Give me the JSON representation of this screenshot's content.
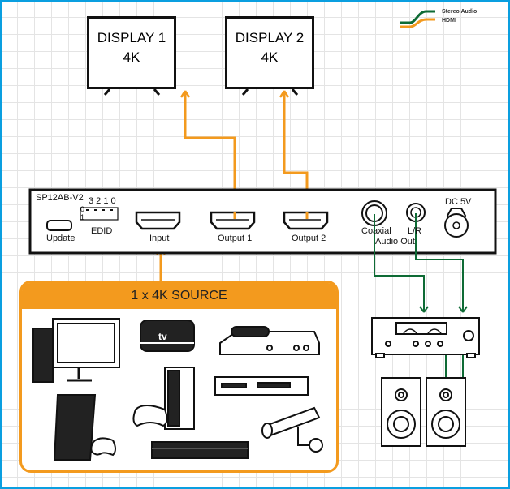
{
  "legend": {
    "items": [
      {
        "label": "Stereo Audio",
        "color": "#0e6b35"
      },
      {
        "label": "HDMI",
        "color": "#f39a1e"
      }
    ]
  },
  "displays": [
    {
      "line1": "DISPLAY 1",
      "line2": "4K"
    },
    {
      "line1": "DISPLAY 2",
      "line2": "4K"
    }
  ],
  "device": {
    "model": "SP12AB-V2",
    "edid_bits": "3 2 1 0",
    "edid_row0": "0",
    "edid_row1": "1",
    "edid_label": "EDID",
    "update_label": "Update",
    "input_label": "Input",
    "output1_label": "Output 1",
    "output2_label": "Output 2",
    "coaxial_label": "Coaxial",
    "lr_label": "L/R",
    "audio_out_label": "Audio Out",
    "dc_label": "DC 5V"
  },
  "source": {
    "title": "1 x 4K SOURCE",
    "devices": [
      "pc-icon",
      "apple-tv-icon",
      "media-player-icon",
      "game-console-icon",
      "blu-ray-player-icon",
      "ps4-icon",
      "soundbar-icon",
      "security-camera-icon"
    ]
  },
  "audio": {
    "devices": [
      "amplifier-icon",
      "speaker-icon",
      "speaker-icon"
    ]
  }
}
